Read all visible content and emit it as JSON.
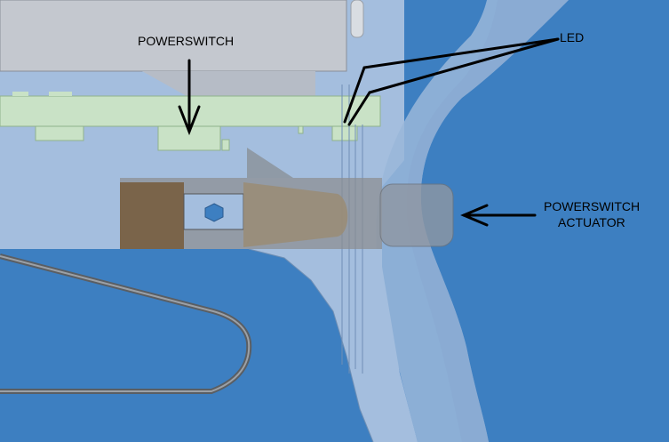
{
  "labels": {
    "power_switch": "POWERSWITCH",
    "led": "LED",
    "actuator_line1": "POWERSWITCH",
    "actuator_line2": "ACTUATOR"
  },
  "colors": {
    "background_blue": "#3d7fc1",
    "housing_light": "#a4bede",
    "pcb_green": "#c9e2c6",
    "actuator_brown": "#7a644a",
    "arrow": "#000000"
  }
}
